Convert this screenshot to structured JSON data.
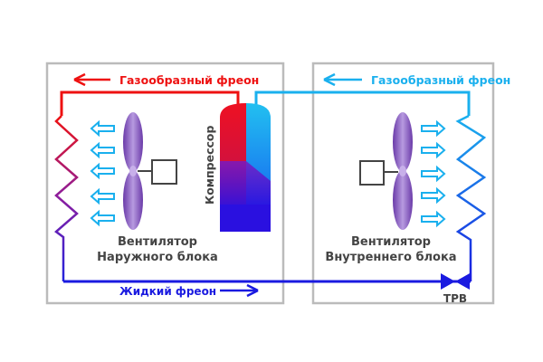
{
  "title": "Схема работы кондиционера",
  "labels": {
    "gas_outdoor": "Газообразный фреон",
    "gas_indoor": "Газообразный фреон",
    "compressor": "Компрессор",
    "fan_outdoor_line1": "Вентилятор",
    "fan_outdoor_line2": "Наружного блока",
    "fan_indoor_line1": "Вентилятор",
    "fan_indoor_line2": "Внутреннего блока",
    "liquid": "Жидкий фреон",
    "valve": "ТРВ"
  },
  "colors": {
    "hot_gas": "#ee1111",
    "cold_gas": "#1ab0ee",
    "liquid": "#1a1ae0",
    "fan": "#8a5cc0",
    "text_dark": "#444444",
    "box_border": "#bbbbbb"
  }
}
